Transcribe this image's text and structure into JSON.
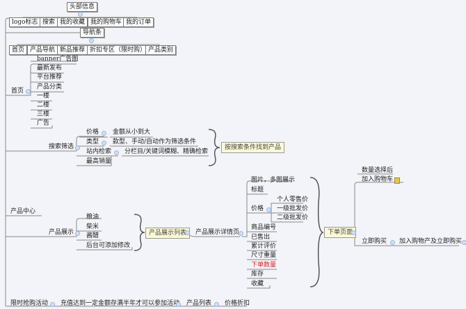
{
  "header": {
    "title": "头部信息",
    "items": [
      "logo标志",
      "搜索",
      "我的收藏",
      "我的购物车",
      "我的订单"
    ]
  },
  "nav": {
    "title": "导航条",
    "items": [
      "首页",
      "产品导航",
      "新品推荐",
      "折扣专区（限时购）",
      "产品类别"
    ]
  },
  "home": {
    "title": "首页",
    "items": [
      "banner广告图",
      "最新发布",
      "平台推荐",
      "产品分类",
      "一楼",
      "二楼",
      "三楼",
      "广告"
    ]
  },
  "product_center": {
    "title": "产品中心",
    "search": {
      "title": "搜索筛选",
      "items": [
        {
          "label": "价格",
          "detail": "金额从小到大"
        },
        {
          "label": "类型",
          "detail": "款型、手动/自动作为筛选条件"
        },
        {
          "label": "站内检索",
          "detail": "分栏目/关键词模糊、精确检索"
        },
        {
          "label": "最高销量"
        }
      ],
      "result": "按搜索条件找到产品"
    },
    "display": {
      "title": "产品展示",
      "items": [
        "粮油",
        "柴米",
        "酱醋",
        "后台可添加修改"
      ],
      "list": "产品展示列表",
      "detail_page": "产品展示详情页",
      "details": [
        "图片，多图展示",
        "标题",
        "价格",
        "商品编号",
        "已售出",
        "累计评价",
        "尺寸重量",
        "下单数量",
        "库存",
        "收藏"
      ],
      "price_levels": [
        "个人零售价",
        "一级批发价",
        "二级批发价"
      ],
      "order_page": "下单页面",
      "order": {
        "qty_select": "数量选择后",
        "add_cart": "加入购物车",
        "buy_now": "立即购买",
        "buy_now_detail": "加入购物产及立即购买"
      }
    }
  },
  "bottom": [
    "限时抢购活动",
    "充值达到一定金额存满半年才可以参加活动",
    "产品列表",
    "价格折扣"
  ],
  "colors": {
    "background": "#f3f4f9",
    "highlight": "#e02020",
    "summary_box": "#fbf9d6"
  }
}
